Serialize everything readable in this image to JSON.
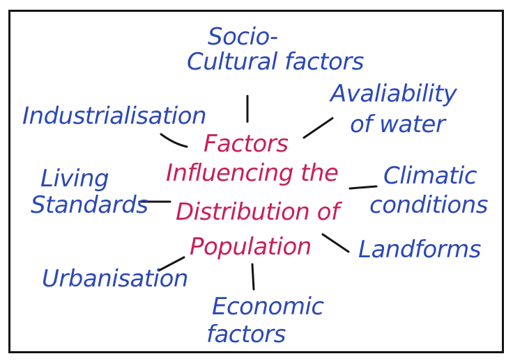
{
  "center": {
    "line1": "Factors",
    "line2": "Influencing the",
    "line3": "Distribution of",
    "line4": "Population"
  },
  "factors": {
    "socio_cultural_1": "Socio-",
    "socio_cultural_2": "Cultural factors",
    "water_1": "Avaliability",
    "water_2": "of water",
    "industrialisation": "Industrialisation",
    "living_1": "Living",
    "living_2": "Standards",
    "climatic_1": "Climatic",
    "climatic_2": "conditions",
    "landforms": "Landforms",
    "urbanisation": "Urbanisation",
    "economic_1": "Economic",
    "economic_2": "factors"
  },
  "colors": {
    "center_text": "#c81e5a",
    "factor_text": "#2c48b6",
    "connector": "#141414"
  }
}
